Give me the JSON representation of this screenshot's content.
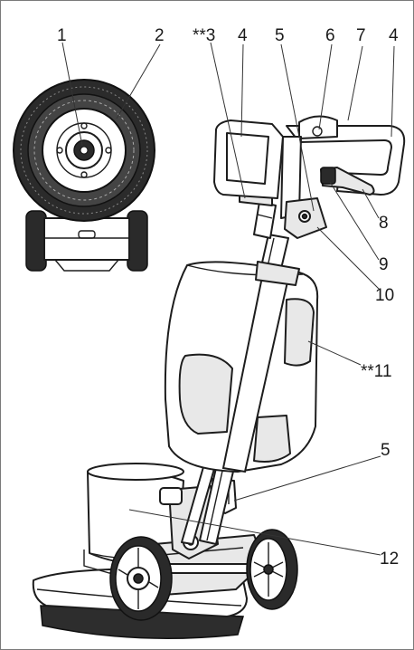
{
  "callouts": [
    {
      "id": "1",
      "text": "1"
    },
    {
      "id": "2",
      "text": "2"
    },
    {
      "id": "3",
      "text": "**3"
    },
    {
      "id": "4a",
      "text": "4"
    },
    {
      "id": "5a",
      "text": "5"
    },
    {
      "id": "6",
      "text": "6"
    },
    {
      "id": "7",
      "text": "7"
    },
    {
      "id": "4b",
      "text": "4"
    },
    {
      "id": "8",
      "text": "8"
    },
    {
      "id": "9",
      "text": "9"
    },
    {
      "id": "10",
      "text": "10"
    },
    {
      "id": "11",
      "text": "**11"
    },
    {
      "id": "5b",
      "text": "5"
    },
    {
      "id": "12",
      "text": "12"
    }
  ],
  "colors": {
    "line": "#1d1d1d",
    "background": "#ffffff",
    "frame": "#7a7a7a"
  }
}
